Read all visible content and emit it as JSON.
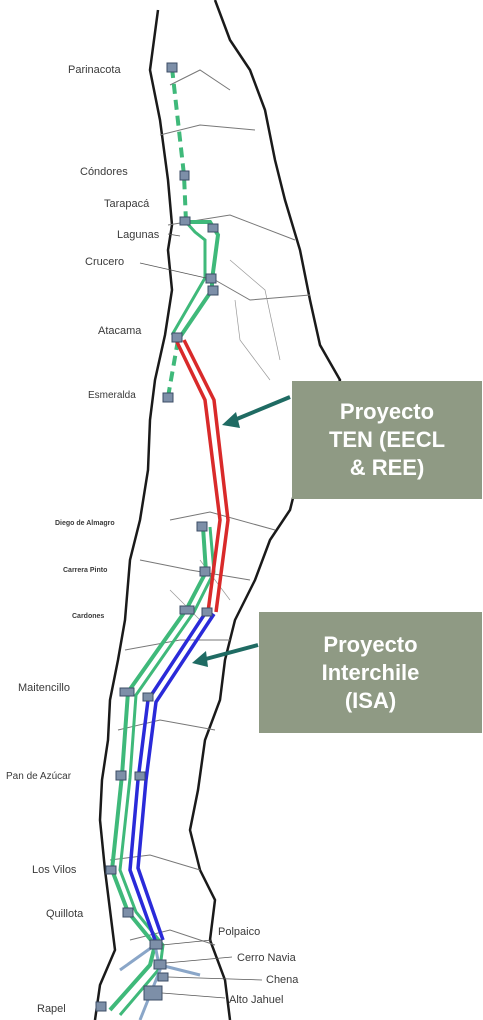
{
  "substations": [
    {
      "id": "parinacota",
      "label": "Parinacota"
    },
    {
      "id": "condores",
      "label": "Cóndores"
    },
    {
      "id": "tarapaca",
      "label": "Tarapacá"
    },
    {
      "id": "lagunas",
      "label": "Lagunas"
    },
    {
      "id": "crucero",
      "label": "Crucero"
    },
    {
      "id": "atacama",
      "label": "Atacama"
    },
    {
      "id": "esmeralda",
      "label": "Esmeralda"
    },
    {
      "id": "diego",
      "label": "Diego de Almagro"
    },
    {
      "id": "carrera",
      "label": "Carrera Pinto"
    },
    {
      "id": "cardones",
      "label": "Cardones"
    },
    {
      "id": "maitencillo",
      "label": "Maitencillo"
    },
    {
      "id": "pandeazucar",
      "label": "Pan de Azúcar"
    },
    {
      "id": "losvilos",
      "label": "Los Vilos"
    },
    {
      "id": "quillota",
      "label": "Quillota"
    },
    {
      "id": "polpaico",
      "label": "Polpaico"
    },
    {
      "id": "cerronavia",
      "label": "Cerro Navia"
    },
    {
      "id": "chena",
      "label": "Chena"
    },
    {
      "id": "altojahuel",
      "label": "Alto Jahuel"
    },
    {
      "id": "rapel",
      "label": "Rapel"
    }
  ],
  "callouts": {
    "ten": {
      "lines": [
        "Proyecto",
        "TEN (EECL",
        "& REE)"
      ],
      "color": "#8f9a84"
    },
    "interchile": {
      "lines": [
        "Proyecto",
        "Interchile",
        "(ISA)"
      ],
      "color": "#8f9a84"
    }
  },
  "colors": {
    "existing_line": "#3fb97a",
    "ten_line": "#d92a2a",
    "interchile_line": "#2a2ad9",
    "arrow": "#1f6b63",
    "substation": "#7d8fa8",
    "border": "#1a1a1a"
  }
}
